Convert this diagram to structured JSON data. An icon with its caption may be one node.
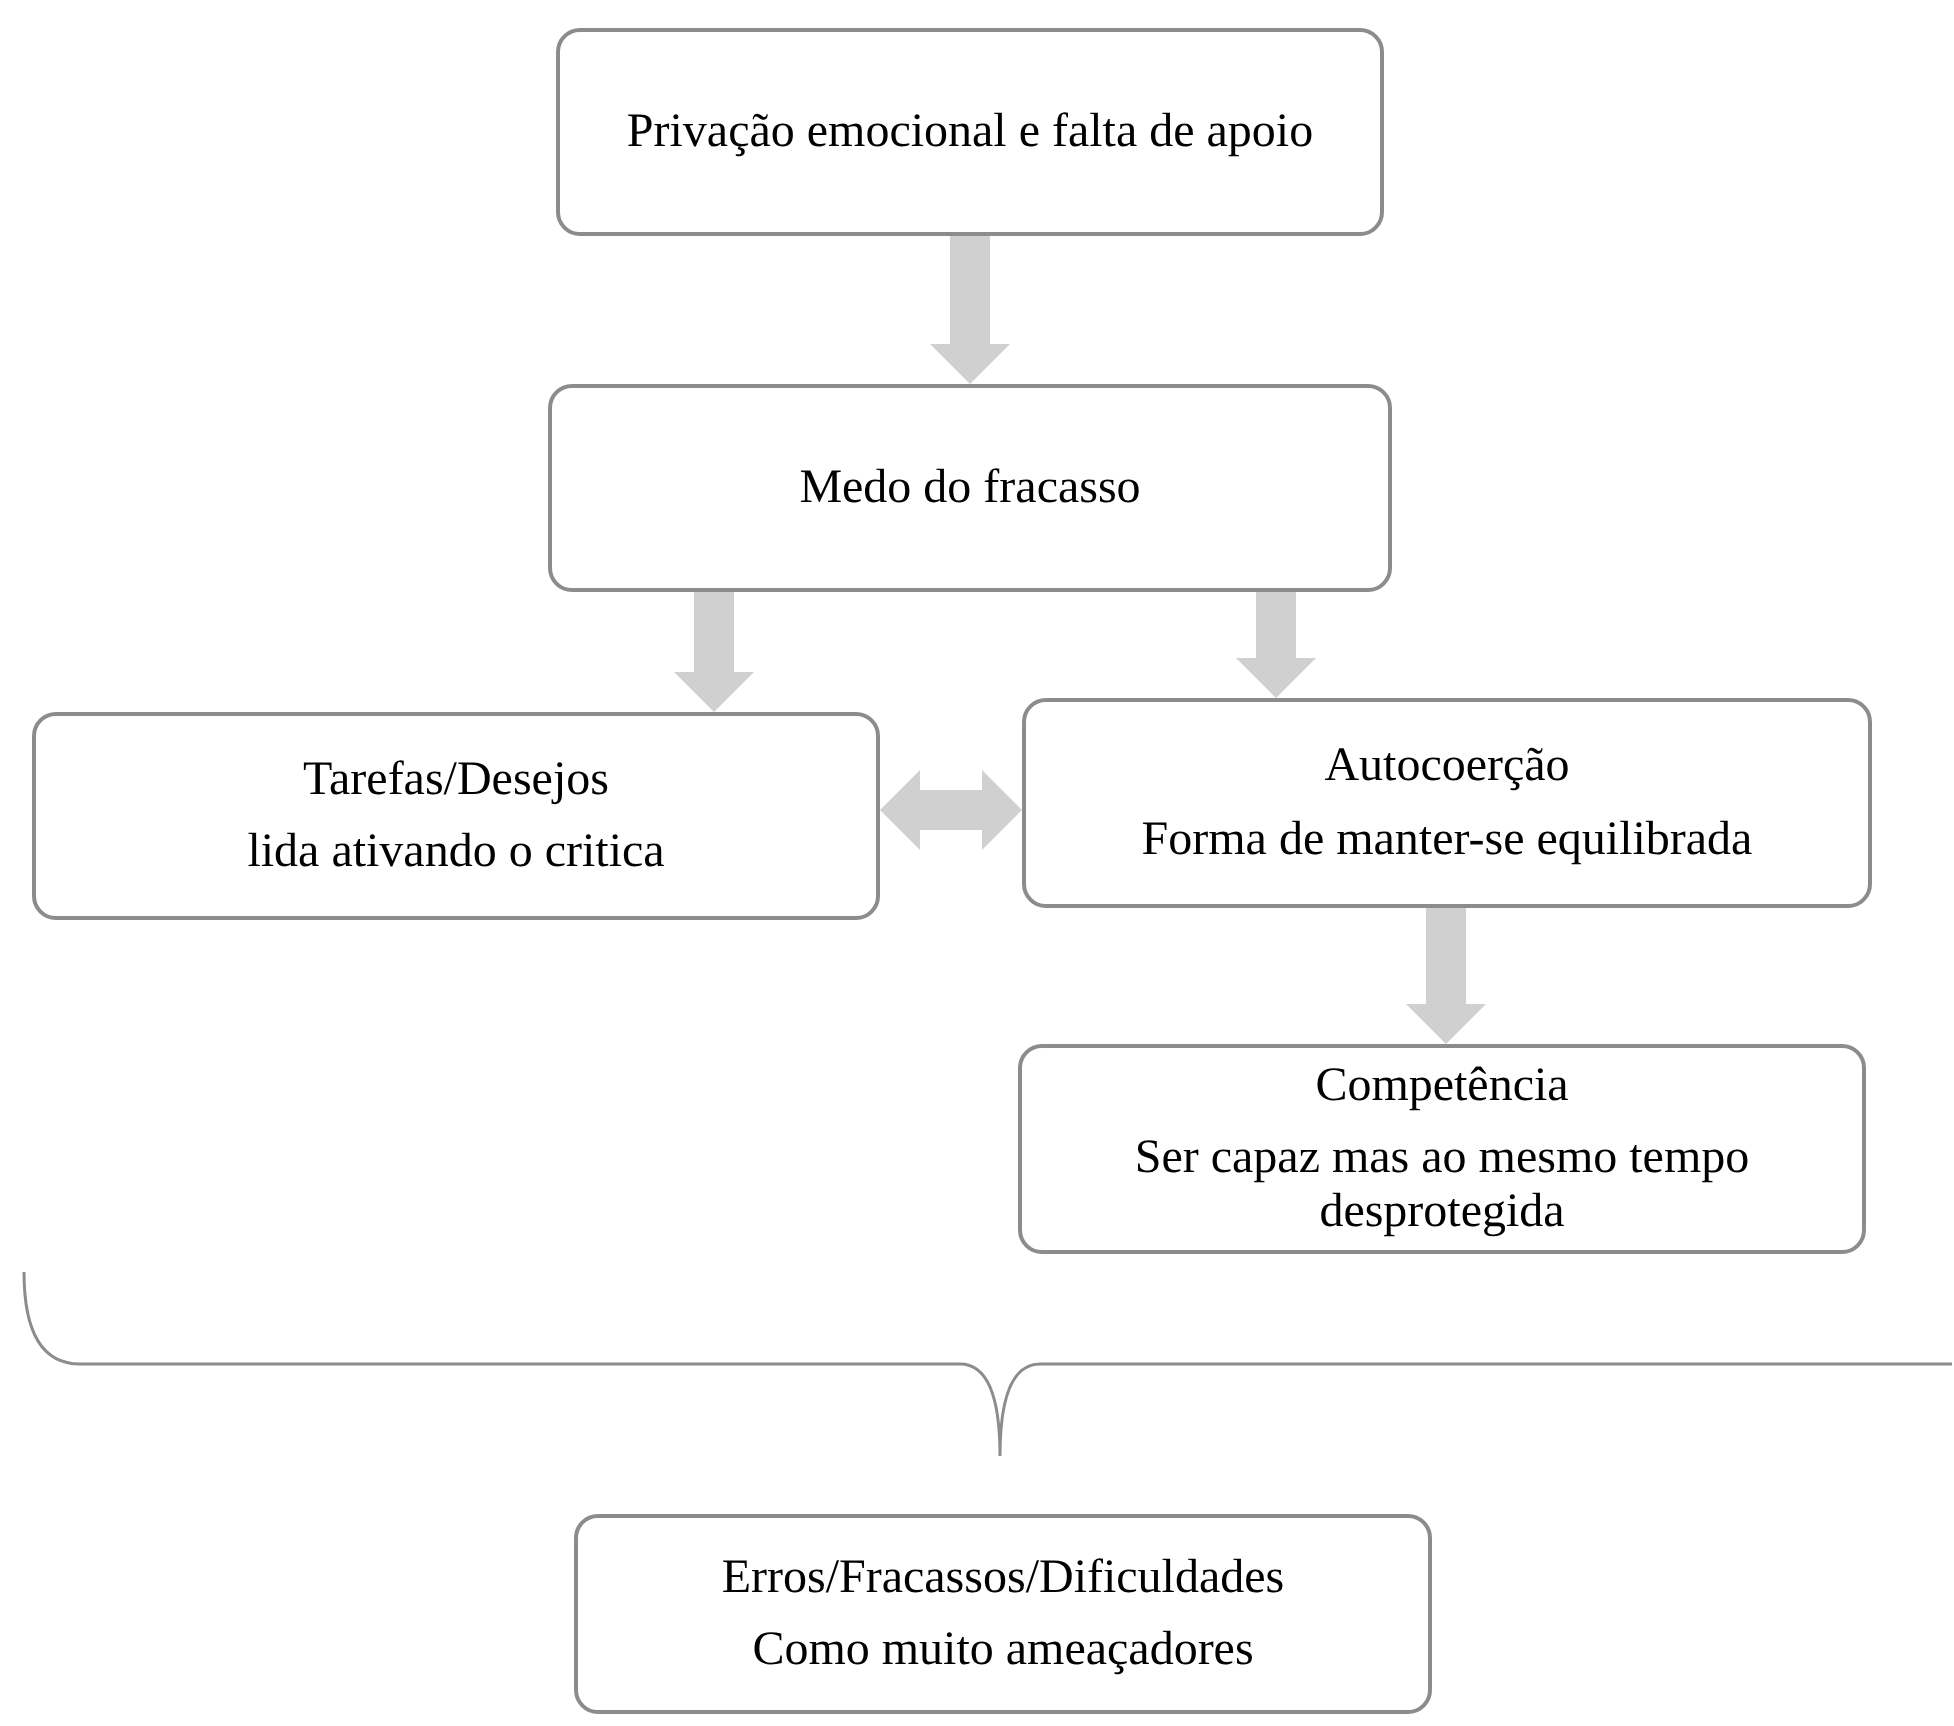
{
  "diagram": {
    "nodes": [
      {
        "text": [
          "Privação emocional e falta de apoio"
        ]
      },
      {
        "text": [
          "Medo do fracasso"
        ]
      },
      {
        "text": [
          "Tarefas/Desejos",
          "lida ativando o critica"
        ]
      },
      {
        "text": [
          "Autocoerção",
          "Forma de manter-se equilibrada"
        ]
      },
      {
        "text": [
          "Competência",
          "Ser capaz mas ao mesmo tempo desprotegida"
        ]
      },
      {
        "text": [
          "Erros/Fracassos/Dificuldades",
          "Como muito ameaçadores"
        ]
      }
    ],
    "edges": [
      {
        "from": 0,
        "to": 1,
        "arrow": "to"
      },
      {
        "from": 1,
        "to": 2,
        "arrow": "to"
      },
      {
        "from": 1,
        "to": 3,
        "arrow": "to"
      },
      {
        "from": 2,
        "to": 3,
        "arrow": "both"
      },
      {
        "from": 3,
        "to": 4,
        "arrow": "to"
      }
    ]
  }
}
